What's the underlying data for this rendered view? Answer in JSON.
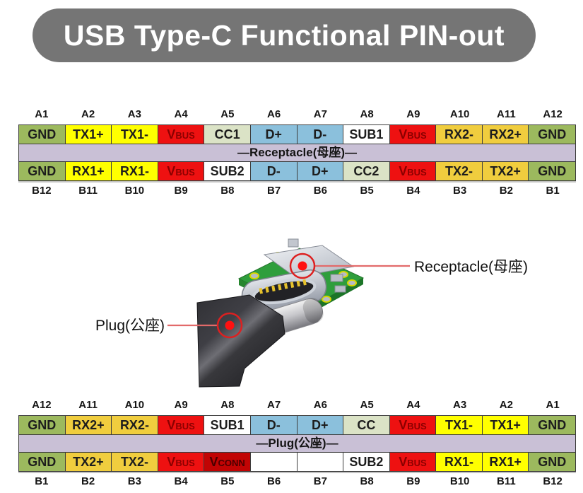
{
  "title": "USB Type-C Functional PIN-out",
  "colors": {
    "title_bg": "#757575",
    "title_text": "#ffffff",
    "gnd": "#9cb95e",
    "pair1": "#ffff00",
    "pair2": "#f0cd3e",
    "vbus": "#ee1111",
    "vconn": "#c10404",
    "cc": "#dbe3c6",
    "usb2": "#8bc0dc",
    "sub": "#ffffff",
    "band": "#c9c0d6",
    "pin_text": "#1d1d1d",
    "vbus_text": "#8b0000",
    "vconn_text": "#4c0000",
    "label_text": "#151515",
    "grid_line": "#3c3c3c",
    "annotation_line": "#e26a6a",
    "annotation_ring": "#dd2020",
    "annotation_dot": "#ff1111",
    "pcb_green": "#2f9e3c",
    "pcb_edge": "#1c7528"
  },
  "receptacle_table": {
    "top_labels": [
      "A1",
      "A2",
      "A3",
      "A4",
      "A5",
      "A6",
      "A7",
      "A8",
      "A9",
      "A10",
      "A11",
      "A12"
    ],
    "row_a": [
      {
        "label": "GND",
        "color": "gnd"
      },
      {
        "label": "TX1+",
        "color": "pair1"
      },
      {
        "label": "TX1-",
        "color": "pair1"
      },
      {
        "label": "VBUS",
        "color": "vbus",
        "text": "vbus"
      },
      {
        "label": "CC1",
        "color": "cc"
      },
      {
        "label": "D+",
        "color": "usb2"
      },
      {
        "label": "D-",
        "color": "usb2"
      },
      {
        "label": "SUB1",
        "color": "sub"
      },
      {
        "label": "VBUS",
        "color": "vbus",
        "text": "vbus"
      },
      {
        "label": "RX2-",
        "color": "pair2"
      },
      {
        "label": "RX2+",
        "color": "pair2"
      },
      {
        "label": "GND",
        "color": "gnd"
      }
    ],
    "band": "—Receptacle(母座)—",
    "row_b": [
      {
        "label": "GND",
        "color": "gnd"
      },
      {
        "label": "RX1+",
        "color": "pair1"
      },
      {
        "label": "RX1-",
        "color": "pair1"
      },
      {
        "label": "VBUS",
        "color": "vbus",
        "text": "vbus"
      },
      {
        "label": "SUB2",
        "color": "sub"
      },
      {
        "label": "D-",
        "color": "usb2"
      },
      {
        "label": "D+",
        "color": "usb2"
      },
      {
        "label": "CC2",
        "color": "cc"
      },
      {
        "label": "VBUS",
        "color": "vbus",
        "text": "vbus"
      },
      {
        "label": "TX2-",
        "color": "pair2"
      },
      {
        "label": "TX2+",
        "color": "pair2"
      },
      {
        "label": "GND",
        "color": "gnd"
      }
    ],
    "bottom_labels": [
      "B12",
      "B11",
      "B10",
      "B9",
      "B8",
      "B7",
      "B6",
      "B5",
      "B4",
      "B3",
      "B2",
      "B1"
    ]
  },
  "plug_table": {
    "top_labels": [
      "A12",
      "A11",
      "A10",
      "A9",
      "A8",
      "A7",
      "A6",
      "A5",
      "A4",
      "A3",
      "A2",
      "A1"
    ],
    "row_a": [
      {
        "label": "GND",
        "color": "gnd"
      },
      {
        "label": "RX2+",
        "color": "pair2"
      },
      {
        "label": "RX2-",
        "color": "pair2"
      },
      {
        "label": "VBUS",
        "color": "vbus",
        "text": "vbus"
      },
      {
        "label": "SUB1",
        "color": "sub"
      },
      {
        "label": "D-",
        "color": "usb2"
      },
      {
        "label": "D+",
        "color": "usb2"
      },
      {
        "label": "CC",
        "color": "cc"
      },
      {
        "label": "VBUS",
        "color": "vbus",
        "text": "vbus"
      },
      {
        "label": "TX1-",
        "color": "pair1"
      },
      {
        "label": "TX1+",
        "color": "pair1"
      },
      {
        "label": "GND",
        "color": "gnd"
      }
    ],
    "band": "—Plug(公座)—",
    "row_b": [
      {
        "label": "GND",
        "color": "gnd"
      },
      {
        "label": "TX2+",
        "color": "pair2"
      },
      {
        "label": "TX2-",
        "color": "pair2"
      },
      {
        "label": "VBUS",
        "color": "vbus",
        "text": "vbus"
      },
      {
        "label": "VCONN",
        "color": "vconn",
        "text": "vconn"
      },
      {
        "label": "",
        "color": "sub"
      },
      {
        "label": "",
        "color": "sub"
      },
      {
        "label": "SUB2",
        "color": "sub"
      },
      {
        "label": "VBUS",
        "color": "vbus",
        "text": "vbus"
      },
      {
        "label": "RX1-",
        "color": "pair1"
      },
      {
        "label": "RX1+",
        "color": "pair1"
      },
      {
        "label": "GND",
        "color": "gnd"
      }
    ],
    "bottom_labels": [
      "B1",
      "B2",
      "B3",
      "B4",
      "B5",
      "B6",
      "B7",
      "B8",
      "B9",
      "B10",
      "B11",
      "B12"
    ]
  },
  "diagram": {
    "receptacle_label": "Receptacle(母座)",
    "plug_label": "Plug(公座)"
  }
}
